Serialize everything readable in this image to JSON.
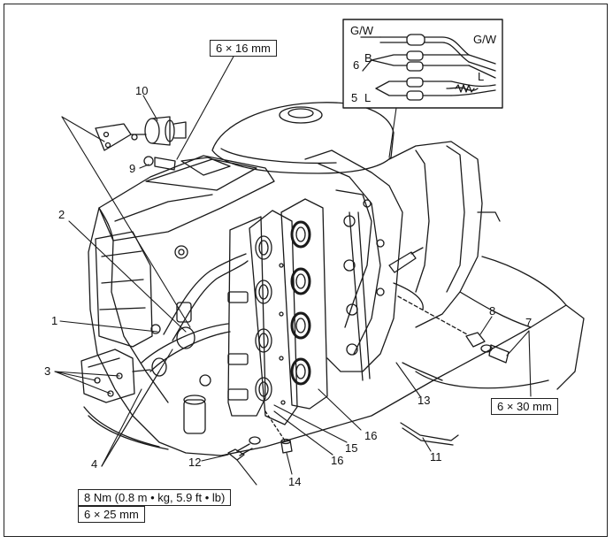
{
  "specs": {
    "bolt_top": "6 × 16 mm",
    "bolt_right": "6 × 30 mm",
    "torque": "8 Nm (0.8 m • kg, 5.9 ft • lb)",
    "bolt_bottom": "6 × 25 mm"
  },
  "wiring": {
    "gw_left": "G/W",
    "gw_right": "G/W",
    "b": "B",
    "l_right": "L",
    "l_lower": "L",
    "n6": "6",
    "n5": "5"
  },
  "callouts": {
    "c1": "1",
    "c2": "2",
    "c3": "3",
    "c4": "4",
    "c7": "7",
    "c8": "8",
    "c9": "9",
    "c10": "10",
    "c11": "11",
    "c12": "12",
    "c13": "13",
    "c14": "14",
    "c15": "15",
    "c16a": "16",
    "c16b": "16"
  }
}
